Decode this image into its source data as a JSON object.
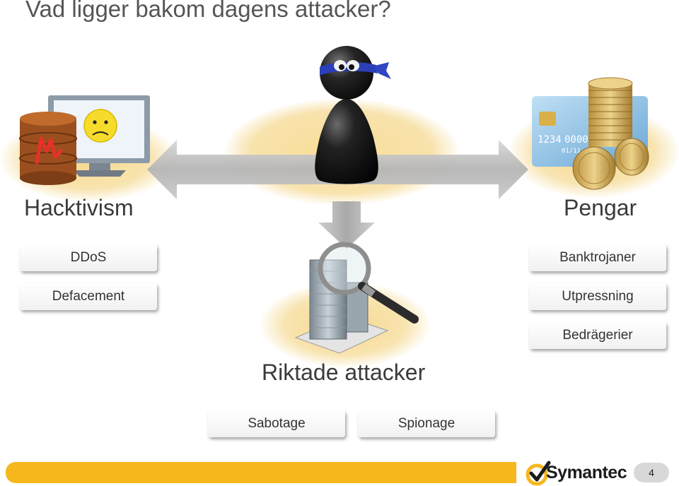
{
  "title": "Vad ligger bakom dagens attacker?",
  "left": {
    "heading": "Hacktivism",
    "items": [
      "DDoS",
      "Defacement"
    ]
  },
  "right": {
    "heading": "Pengar",
    "items": [
      "Banktrojaner",
      "Utpressning",
      "Bedrägerier"
    ]
  },
  "bottom": {
    "heading": "Riktade attacker",
    "items": [
      "Sabotage",
      "Spionage"
    ]
  },
  "footer": {
    "logo": "Symantec",
    "page_number": "4"
  },
  "card": {
    "number_1": "1234",
    "number_2": "0000",
    "expiry": "01/11"
  },
  "colors": {
    "accent": "#f7b81e",
    "glow": "#f6d98e",
    "arrow": "#bdbdbd"
  }
}
